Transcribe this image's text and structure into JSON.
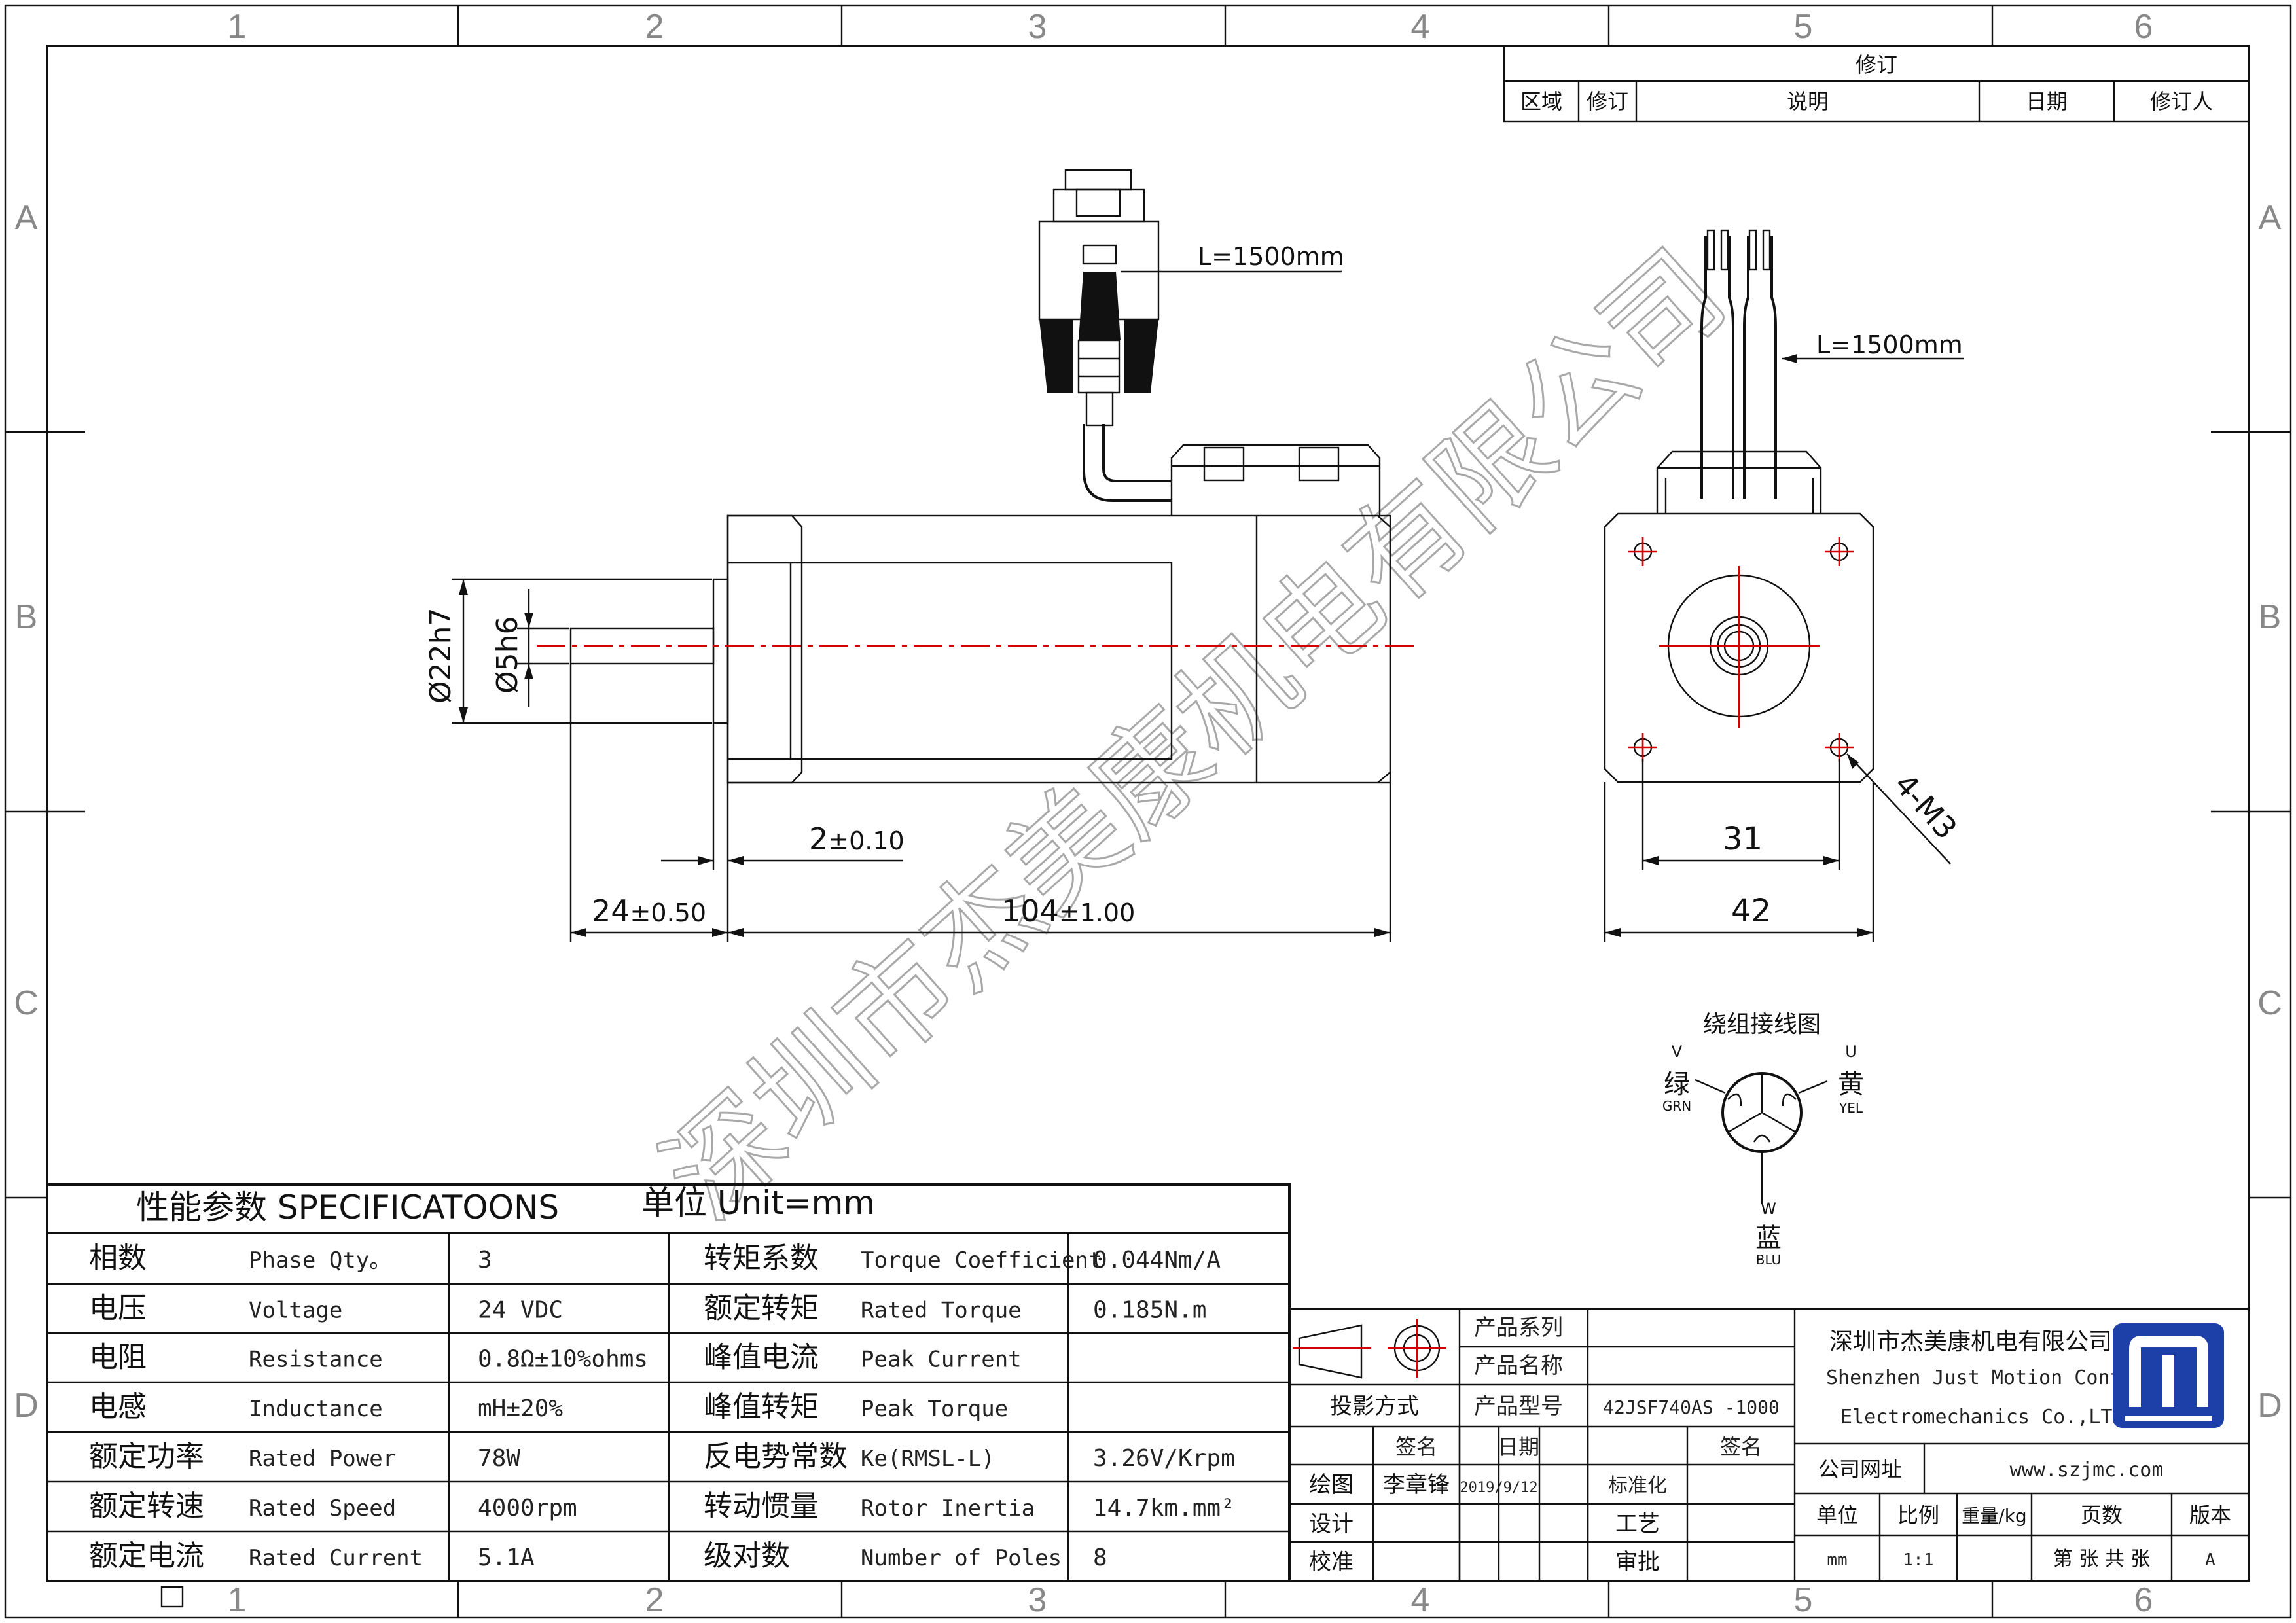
{
  "zones": {
    "columns": [
      "1",
      "2",
      "3",
      "4",
      "5",
      "6"
    ],
    "rows": [
      "A",
      "B",
      "C",
      "D"
    ]
  },
  "revision": {
    "title": "修订",
    "headers": [
      "区域",
      "修订",
      "说明",
      "日期",
      "修订人"
    ]
  },
  "dims": {
    "cable_left": "L=1500mm",
    "cable_right": "L=1500mm",
    "d_flange": "Ø22h7",
    "d_shaft": "Ø5h6",
    "boss": "2",
    "boss_tol": "±0.10",
    "shaft_len": "24",
    "shaft_tol": "±0.50",
    "body_len": "104",
    "body_tol": "±1.00",
    "hole_pitch": "31",
    "flange_w": "42",
    "holes": "4-M3"
  },
  "winding": {
    "title": "绕组接线图",
    "v": {
      "letter": "V",
      "cn": "绿",
      "en": "GRN"
    },
    "u": {
      "letter": "U",
      "cn": "黄",
      "en": "YEL"
    },
    "w": {
      "letter": "W",
      "cn": "蓝",
      "en": "BLU"
    }
  },
  "watermark": "深圳市杰美康机电有限公司",
  "specs": {
    "title": "性能参数  SPECIFICATOONS",
    "unit": "单位  Unit=mm",
    "rows": [
      {
        "cn": "相数",
        "en": "Phase Qty。",
        "val": "3",
        "cn2": "转矩系数",
        "en2": "Torque Coefficient",
        "val2": "0.044Nm/A"
      },
      {
        "cn": "电压",
        "en": "Voltage",
        "val": "24 VDC",
        "cn2": "额定转矩",
        "en2": "Rated Torque",
        "val2": "0.185N.m"
      },
      {
        "cn": "电阻",
        "en": "Resistance",
        "val": "0.8Ω±10%ohms",
        "cn2": "峰值电流",
        "en2": "Peak Current",
        "val2": ""
      },
      {
        "cn": "电感",
        "en": "Inductance",
        "val": "mH±20%",
        "cn2": "峰值转矩",
        "en2": "Peak Torque",
        "val2": ""
      },
      {
        "cn": "额定功率",
        "en": "Rated Power",
        "val": "78W",
        "cn2": "反电势常数",
        "en2": "Ke(RMSL-L)",
        "val2": "3.26V/Krpm"
      },
      {
        "cn": "额定转速",
        "en": "Rated Speed",
        "val": "4000rpm",
        "cn2": "转动惯量",
        "en2": "Rotor Inertia",
        "val2": "14.7km.mm²"
      },
      {
        "cn": "额定电流",
        "en": "Rated Current",
        "val": "5.1A",
        "cn2": "级对数",
        "en2": "Number of Poles",
        "val2": "8"
      }
    ]
  },
  "titleblock": {
    "projection": "投影方式",
    "series_label": "产品系列",
    "name_label": "产品名称",
    "model_label": "产品型号",
    "model_value": "42JSF740AS -1000",
    "sign": "签名",
    "date": "日期",
    "draw_label": "绘图",
    "drawer": "李章锋",
    "draw_date": "2019/9/12",
    "std_label": "标准化",
    "design_label": "设计",
    "process_label": "工艺",
    "check_label": "校准",
    "approve_label": "审批",
    "company_cn": "深圳市杰美康机电有限公司",
    "company_en1": "Shenzhen Just Motion Control",
    "company_en2": "Electromechanics Co.,LTD",
    "web_label": "公司网址",
    "web": "www.szjmc.com",
    "unit_label": "单位",
    "scale_label": "比例",
    "weight_label": "重量/kg",
    "pages_label": "页数",
    "version_label": "版本",
    "unit_value": "mm",
    "scale_value": "1:1",
    "pages_value": "第 张 共 张",
    "version_value": "A"
  },
  "colors": {
    "centerline": "#d40000",
    "logo": "#1d3fa8",
    "watermark": "#a8a8a8"
  }
}
